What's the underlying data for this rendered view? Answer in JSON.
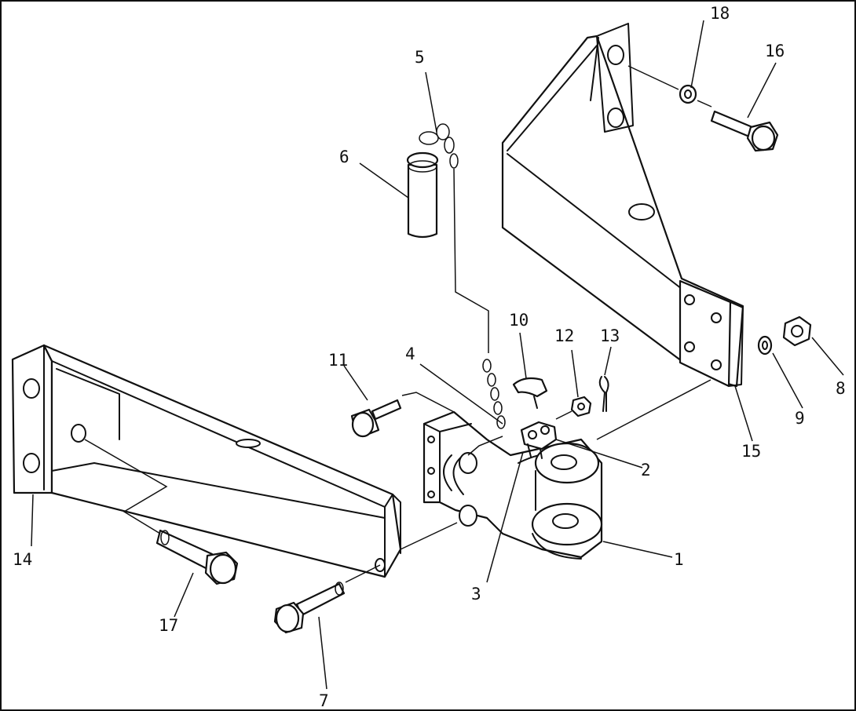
{
  "labels": {
    "p1": "1",
    "p2": "2",
    "p3": "3",
    "p4": "4",
    "p5": "5",
    "p6": "6",
    "p7": "7",
    "p8": "8",
    "p9": "9",
    "p10": "10",
    "p11": "11",
    "p12": "12",
    "p13": "13",
    "p14": "14",
    "p15": "15",
    "p16": "16",
    "p17": "17",
    "p18": "18"
  },
  "colors": {
    "ink": "#111111",
    "paper": "#ffffff"
  }
}
